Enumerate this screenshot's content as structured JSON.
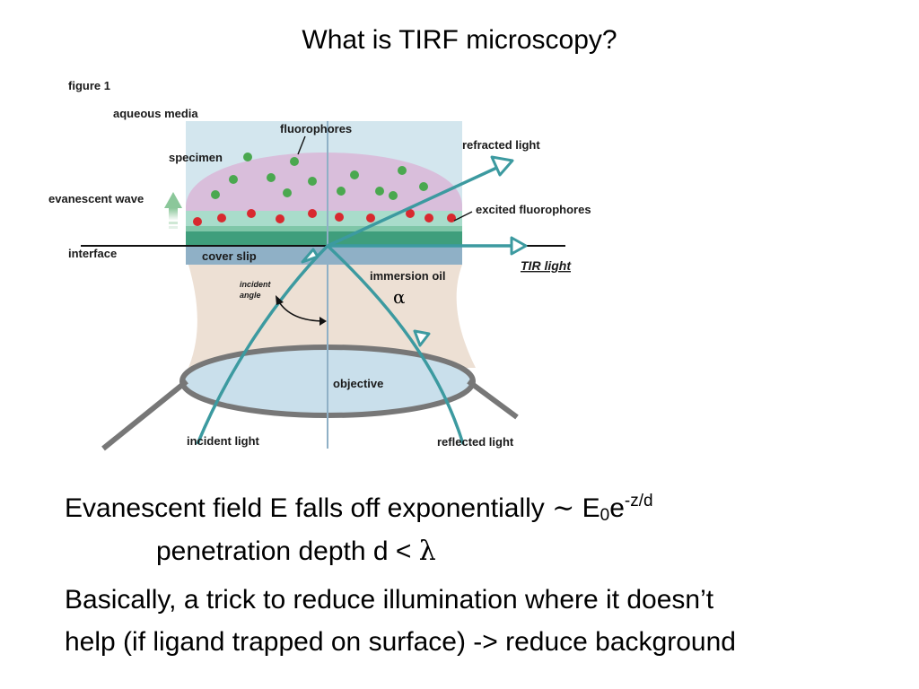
{
  "slide": {
    "title": "What is TIRF microscopy?"
  },
  "figure": {
    "caption": "figure 1",
    "labels": {
      "aqueous_media": "aqueous media",
      "fluorophores": "fluorophores",
      "specimen": "specimen",
      "refracted_light": "refracted light",
      "evanescent_wave": "evanescent wave",
      "excited_fluorophores": "excited fluorophores",
      "interface": "interface",
      "cover_slip": "cover slip",
      "tir_light": "TIR light",
      "immersion_oil": "immersion oil",
      "alpha": "α",
      "incident_angle_1": "incident",
      "incident_angle_2": "angle",
      "objective": "objective",
      "incident_light": "incident light",
      "reflected_light": "reflected light"
    },
    "colors": {
      "beam": "#3c9aa0",
      "specimen": "#d9bedb",
      "aqueous": "#d3e6ee",
      "cover_slip": "#8fb0c6",
      "evanescent_layer": "#3f9e7c",
      "oil": "#ede0d4",
      "objective_lens": "#c9dfeb",
      "fluorophore_green": "#4aa84f",
      "fluorophore_red": "#d8292f",
      "arrow_green": "#8bc79a"
    }
  },
  "body_text": {
    "line1_prefix": "Evanescent field E falls off exponentially ",
    "line1_tilde": "∼",
    "line1_e": " E",
    "line1_sub": "0",
    "line1_e2": "e",
    "line1_sup": "-z/d",
    "line2_prefix": "penetration depth d < ",
    "line2_lambda": "λ",
    "line3": "Basically, a trick to reduce illumination where it doesn’t",
    "line4": "help (if ligand trapped on surface) -> reduce background"
  }
}
